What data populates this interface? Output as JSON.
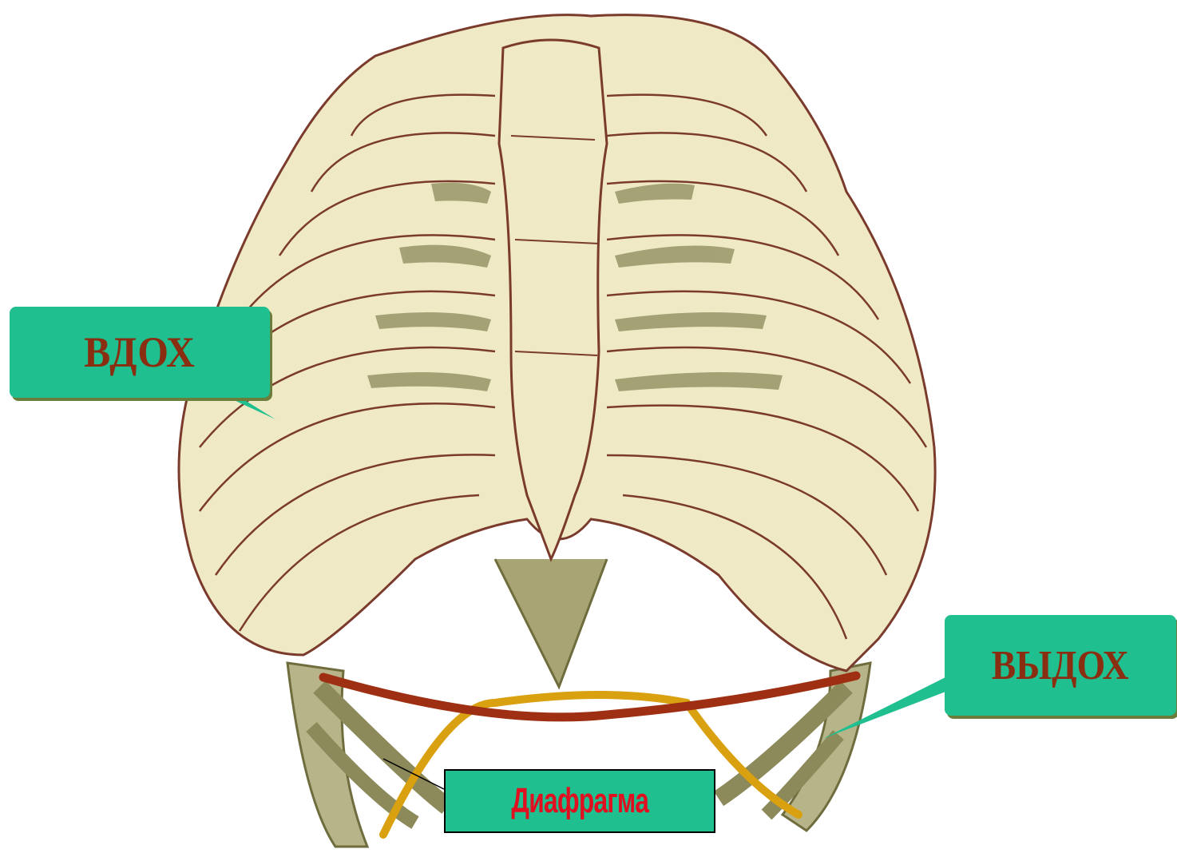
{
  "labels": {
    "inhale": "ВДОХ",
    "exhale": "ВЫДОХ",
    "diaphragm": "Диафрагма"
  },
  "colors": {
    "bone": "#efe9c6",
    "bone_outline": "#7a3a2c",
    "rib_shadow": "#8c8a5a",
    "label_bg": "#1fbf8f",
    "label_text": "#8a2e12",
    "diaphragm_text": "#e01020",
    "inhale_diaphragm_line": "#9e2f12",
    "exhale_diaphragm_line": "#d9a010"
  }
}
